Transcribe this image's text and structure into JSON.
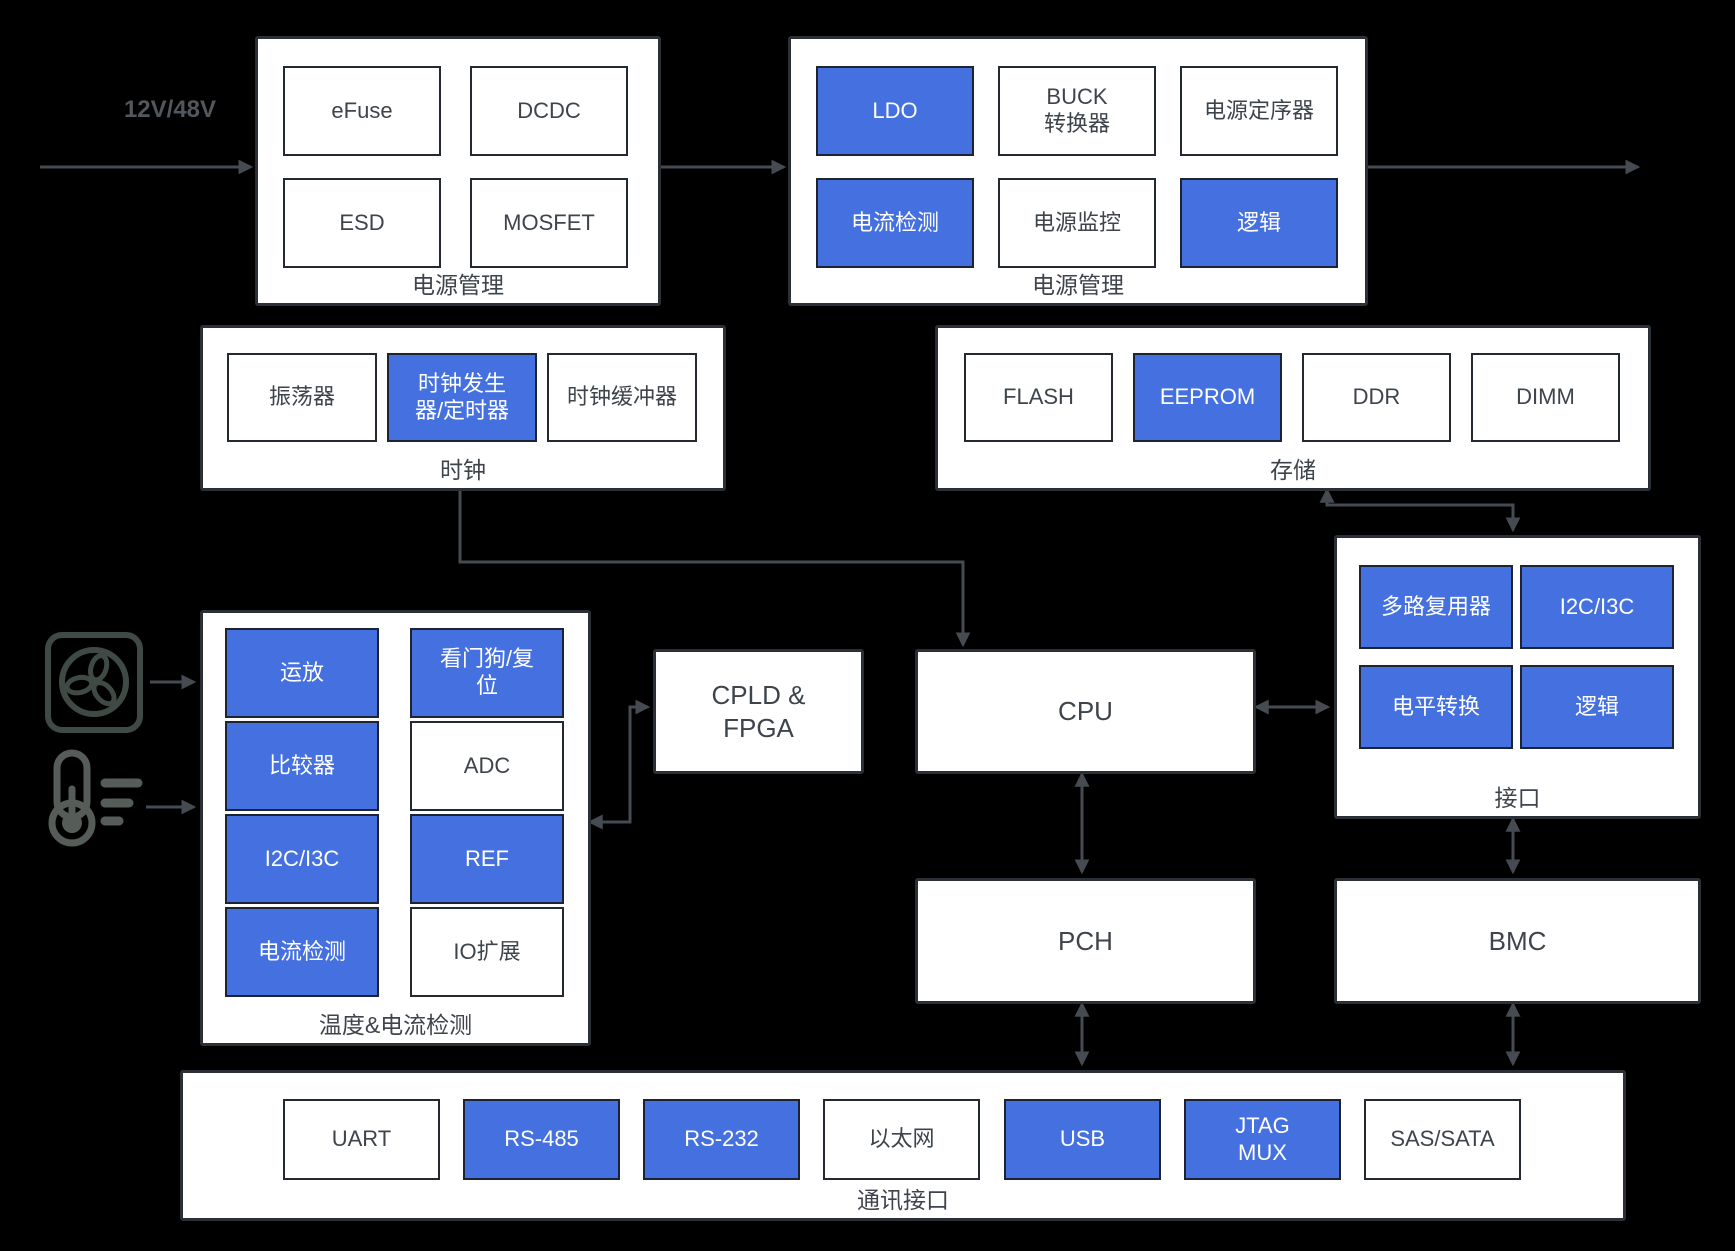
{
  "input_label": "12V/48V",
  "power1": {
    "label": "电源管理",
    "chips": {
      "efuse": "eFuse",
      "dcdc": "DCDC",
      "esd": "ESD",
      "mosfet": "MOSFET"
    }
  },
  "power2": {
    "label": "电源管理",
    "chips": {
      "ldo": "LDO",
      "buck": "BUCK\n转换器",
      "sequencer": "电源定序器",
      "current_sense": "电流检测",
      "monitor": "电源监控",
      "logic": "逻辑"
    }
  },
  "clock": {
    "label": "时钟",
    "chips": {
      "oscillator": "振荡器",
      "generator": "时钟发生\n器/定时器",
      "buffer": "时钟缓冲器"
    }
  },
  "storage": {
    "label": "存储",
    "chips": {
      "flash": "FLASH",
      "eeprom": "EEPROM",
      "ddr": "DDR",
      "dimm": "DIMM"
    }
  },
  "interface": {
    "label": "接口",
    "chips": {
      "mux": "多路复用器",
      "i2c": "I2C/I3C",
      "level_shift": "电平转换",
      "logic": "逻辑"
    }
  },
  "temp_current": {
    "label": "温度&电流检测",
    "chips": {
      "opamp": "运放",
      "watchdog": "看门狗/复\n位",
      "comparator": "比较器",
      "adc": "ADC",
      "i2c": "I2C/I3C",
      "ref": "REF",
      "current_sense": "电流检测",
      "io_expander": "IO扩展"
    }
  },
  "nodes": {
    "cpld": "CPLD &\nFPGA",
    "cpu": "CPU",
    "pch": "PCH",
    "bmc": "BMC"
  },
  "comm": {
    "label": "通讯接口",
    "chips": {
      "uart": "UART",
      "rs485": "RS-485",
      "rs232": "RS-232",
      "ethernet": "以太网",
      "usb": "USB",
      "jtag": "JTAG\nMUX",
      "sas": "SAS/SATA"
    }
  },
  "icons": {
    "fan": "fan-icon",
    "thermometer": "thermometer-icon"
  },
  "colors": {
    "accent_blue": "#4570df",
    "line": "#454b51",
    "box_border": "#2a3036",
    "chip_border": "#23292f",
    "fan_icon": "#3f4a45",
    "thermometer_icon": "#565c58",
    "background": "#000000"
  }
}
